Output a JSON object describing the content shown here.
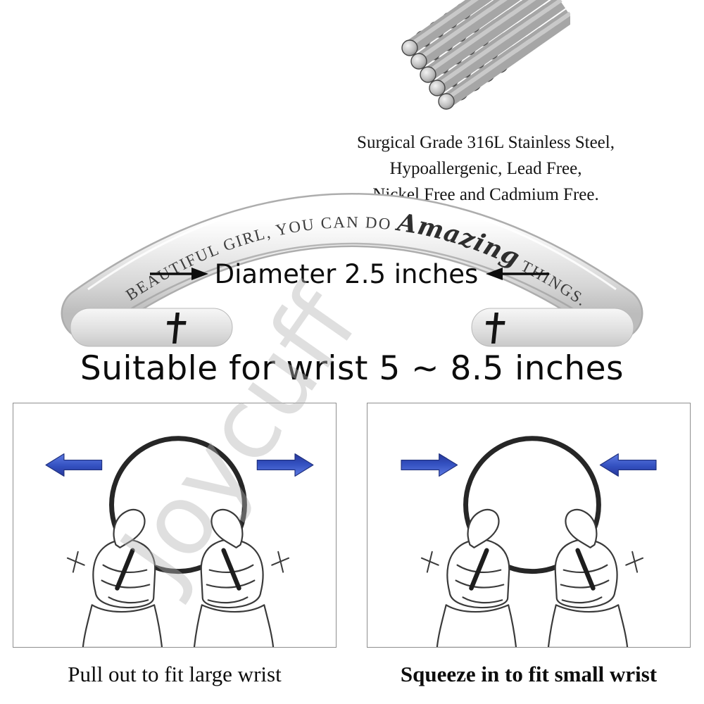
{
  "product": {
    "watermark": "Joycuff"
  },
  "material": {
    "lines": [
      "Surgical Grade 316L Stainless Steel,",
      "Hypoallergenic, Lead Free,",
      "Nickel Free and Cadmium Free."
    ]
  },
  "bracelet": {
    "engraving": {
      "prefix": "BEAUTIFUL GIRL, YOU CAN DO ",
      "script": "Amazing",
      "suffix": " THINGS."
    },
    "diameter_label": "Diameter 2.5 inches",
    "end_icon": "cross"
  },
  "fit": {
    "headline": "Suitable for wrist 5 ~ 8.5 inches"
  },
  "panels": [
    {
      "caption": "Pull out to fit large wrist",
      "direction": "outward"
    },
    {
      "caption": "Squeeze in to fit small wrist",
      "direction": "inward"
    }
  ],
  "colors": {
    "arrow_blue": "#3d5cc8",
    "steel": "#c9c9c9",
    "text": "#111111",
    "watermark_gray": "#b5b5b5"
  }
}
